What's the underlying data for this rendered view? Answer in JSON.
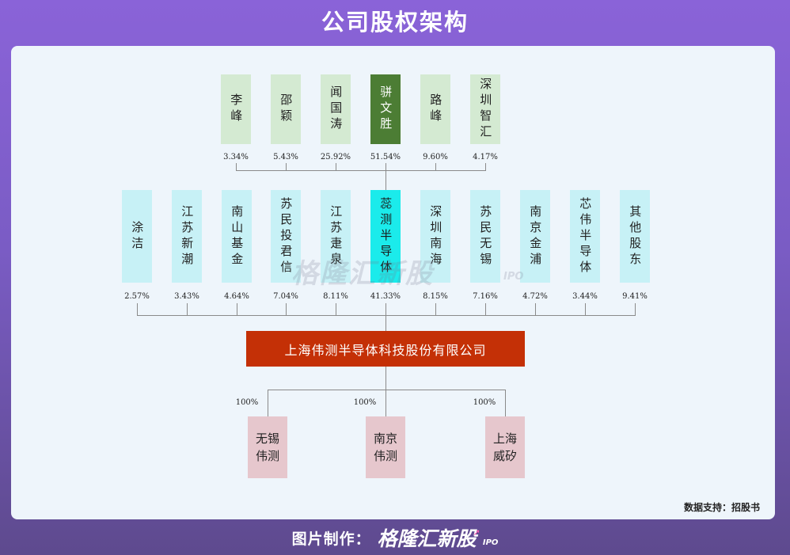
{
  "title": "公司股权架构",
  "top_shareholders": [
    {
      "name": "李峰",
      "pct": "3.34%"
    },
    {
      "name": "邵颖",
      "pct": "5.43%"
    },
    {
      "name": "闻国涛",
      "pct": "25.92%"
    },
    {
      "name": "骈文胜",
      "pct": "51.54%"
    },
    {
      "name": "路峰",
      "pct": "9.60%"
    },
    {
      "name": "深圳智汇",
      "pct": "4.17%"
    }
  ],
  "mid_shareholders": [
    {
      "name": "涂洁",
      "pct": "2.57%"
    },
    {
      "name": "江苏新潮",
      "pct": "3.43%"
    },
    {
      "name": "南山基金",
      "pct": "4.64%"
    },
    {
      "name": "苏民投君信",
      "pct": "7.04%"
    },
    {
      "name": "江苏疌泉",
      "pct": "8.11%"
    },
    {
      "name": "蕊测半导体",
      "pct": "41.33%"
    },
    {
      "name": "深圳南海",
      "pct": "8.15%"
    },
    {
      "name": "苏民无锡",
      "pct": "7.16%"
    },
    {
      "name": "南京金浦",
      "pct": "4.72%"
    },
    {
      "name": "芯伟半导体",
      "pct": "3.44%"
    },
    {
      "name": "其他股东",
      "pct": "9.41%"
    }
  ],
  "company": "上海伟测半导体科技股份有限公司",
  "subsidiaries": [
    {
      "line1": "无锡",
      "line2": "伟测",
      "pct": "100%"
    },
    {
      "line1": "南京",
      "line2": "伟测",
      "pct": "100%"
    },
    {
      "line1": "上海",
      "line2": "威矽",
      "pct": "100%"
    }
  ],
  "watermark": "格隆汇新股",
  "watermark_ipo": "IPO",
  "source": "数据支持：招股书",
  "footer": {
    "label": "图片制作：",
    "brand": "格隆汇新股",
    "ipo": "IPO"
  },
  "colors": {
    "main_holder": "#4c7d34",
    "main_mid": "#1bebeb",
    "company": "#c43006"
  }
}
